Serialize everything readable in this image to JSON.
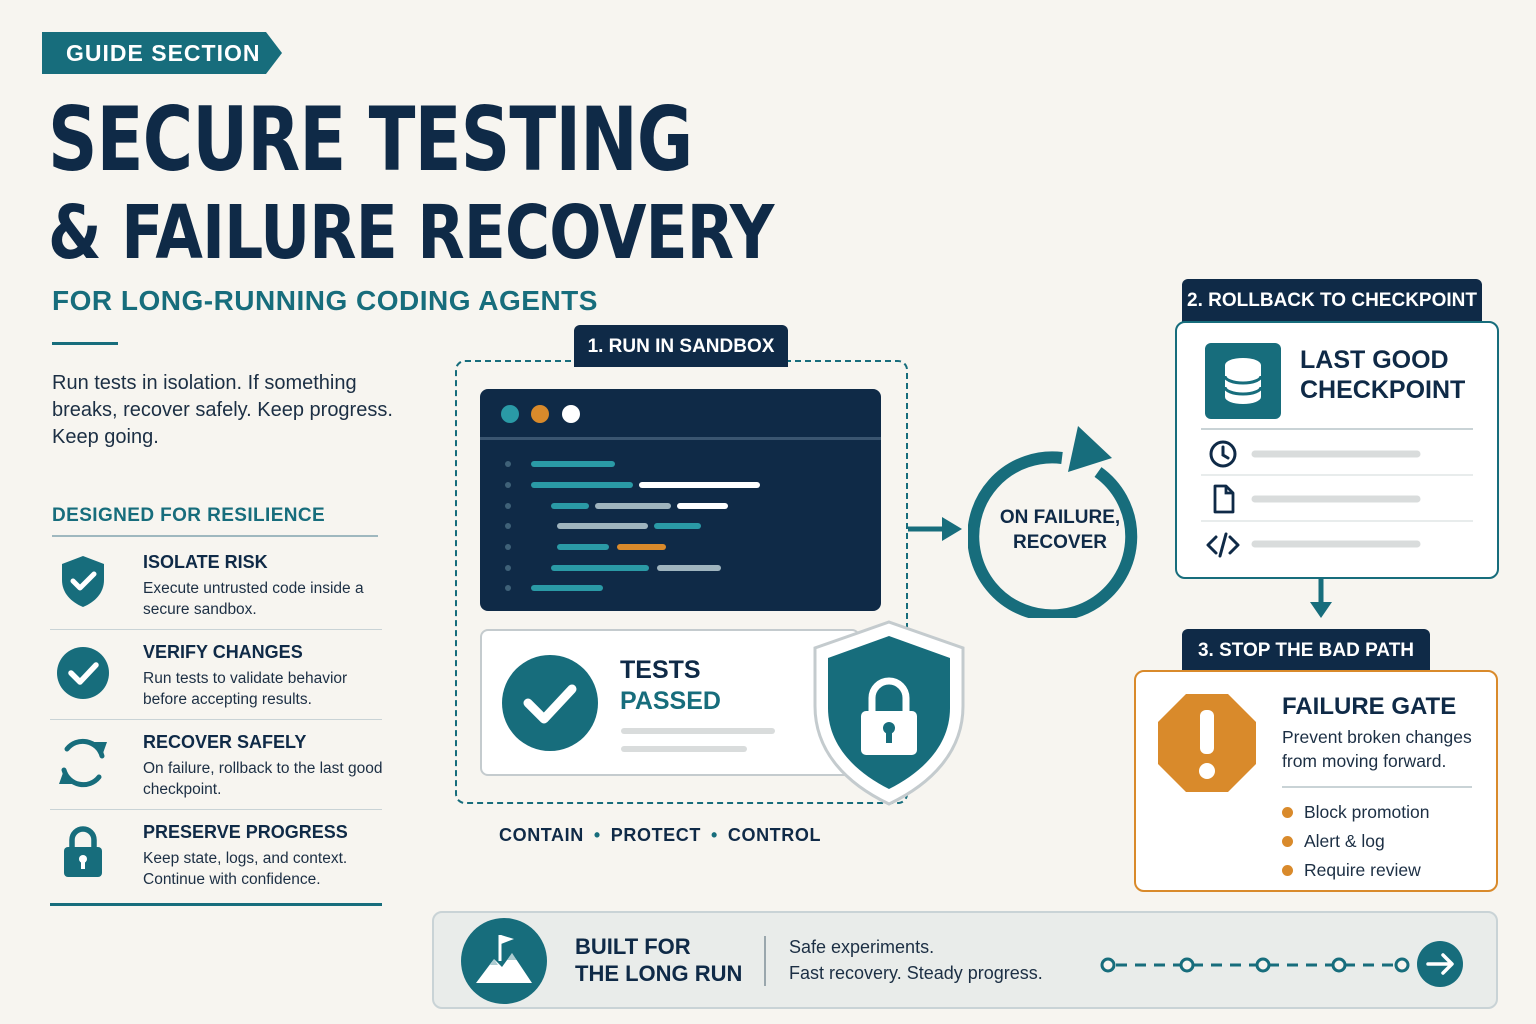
{
  "header": {
    "tag": "GUIDE SECTION",
    "title_line1": "SECURE TESTING",
    "title_line2": "& FAILURE RECOVERY",
    "subtitle": "FOR LONG-RUNNING CODING AGENTS",
    "intro": "Run tests in isolation. If something breaks, recover safely. Keep progress. Keep going."
  },
  "resilience": {
    "title": "DESIGNED FOR RESILIENCE",
    "items": [
      {
        "heading": "ISOLATE RISK",
        "desc": "Execute untrusted code inside a secure sandbox.",
        "icon": "shield-check-icon"
      },
      {
        "heading": "VERIFY CHANGES",
        "desc": "Run tests to validate behavior before accepting results.",
        "icon": "check-circle-icon"
      },
      {
        "heading": "RECOVER SAFELY",
        "desc": "On failure, rollback to the last good checkpoint.",
        "icon": "cycle-arrows-icon"
      },
      {
        "heading": "PRESERVE PROGRESS",
        "desc": "Keep state, logs, and context. Continue with confidence.",
        "icon": "padlock-icon"
      }
    ]
  },
  "sandbox": {
    "label": "1. RUN IN SANDBOX",
    "tests_line1": "TESTS",
    "tests_line2": "PASSED",
    "motto": [
      "CONTAIN",
      "PROTECT",
      "CONTROL"
    ]
  },
  "recover": {
    "line1": "ON FAILURE,",
    "line2": "RECOVER"
  },
  "checkpoint": {
    "label": "2. ROLLBACK TO CHECKPOINT",
    "title_line1": "LAST GOOD",
    "title_line2": "CHECKPOINT",
    "rows": [
      "clock-icon",
      "file-icon",
      "code-icon"
    ]
  },
  "gate": {
    "label": "3. STOP THE BAD PATH",
    "title": "FAILURE GATE",
    "desc": "Prevent broken changes from moving forward.",
    "bullets": [
      "Block promotion",
      "Alert & log",
      "Require review"
    ]
  },
  "footer": {
    "title_line1": "BUILT FOR",
    "title_line2": "THE LONG RUN",
    "text_line1": "Safe experiments.",
    "text_line2": "Fast recovery. Steady progress."
  },
  "colors": {
    "navy": "#0f2a47",
    "teal": "#176d7c",
    "orange": "#d98a2b",
    "background": "#f7f5f0"
  }
}
